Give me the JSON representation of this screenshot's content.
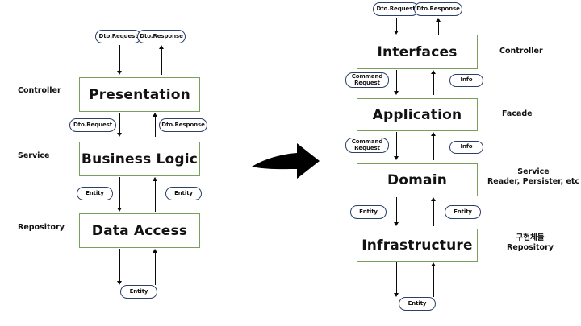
{
  "diagram": {
    "title": "Layered Architecture to Clean Architecture mapping",
    "background_color": "#ffffff",
    "box_border_color": "#79a05a",
    "pill_border_color": "#2b3f68",
    "arrow_color": "#0a0a0a",
    "transition_arrow": {
      "name": "transforms-into",
      "direction": "right",
      "color": "#000000"
    },
    "left": {
      "name": "traditional-layered-architecture",
      "layers": [
        {
          "title": "Presentation",
          "role": "Controller"
        },
        {
          "title": "Business Logic",
          "role": "Service"
        },
        {
          "title": "Data Access",
          "role": "Repository"
        }
      ],
      "pills": [
        {
          "text": "Dto.Request",
          "position": "top-left"
        },
        {
          "text": "Dto.Response",
          "position": "top-right"
        },
        {
          "text": "Dto.Request",
          "position": "presentation-to-business-left"
        },
        {
          "text": "Dto.Response",
          "position": "business-to-presentation-right"
        },
        {
          "text": "Entity",
          "position": "business-to-data-left"
        },
        {
          "text": "Entity",
          "position": "data-to-business-right"
        },
        {
          "text": "Entity",
          "position": "bottom"
        }
      ]
    },
    "right": {
      "name": "clean-architecture",
      "layers": [
        {
          "title": "Interfaces",
          "role": "Controller"
        },
        {
          "title": "Application",
          "role": "Facade"
        },
        {
          "title": "Domain",
          "role": "Service\nReader, Persister, etc"
        },
        {
          "title": "Infrastructure",
          "role": "구현체들\nRepository"
        }
      ],
      "pills": [
        {
          "text": "Dto.Request",
          "position": "top-left"
        },
        {
          "text": "Dto.Response",
          "position": "top-right"
        },
        {
          "text": "Command\nRequest",
          "position": "interfaces-to-application-left"
        },
        {
          "text": "Info",
          "position": "application-to-interfaces-right"
        },
        {
          "text": "Command\nRequest",
          "position": "application-to-domain-left"
        },
        {
          "text": "Info",
          "position": "domain-to-application-right"
        },
        {
          "text": "Entity",
          "position": "domain-to-infrastructure-left"
        },
        {
          "text": "Entity",
          "position": "infrastructure-to-domain-right"
        },
        {
          "text": "Entity",
          "position": "bottom"
        }
      ]
    }
  }
}
